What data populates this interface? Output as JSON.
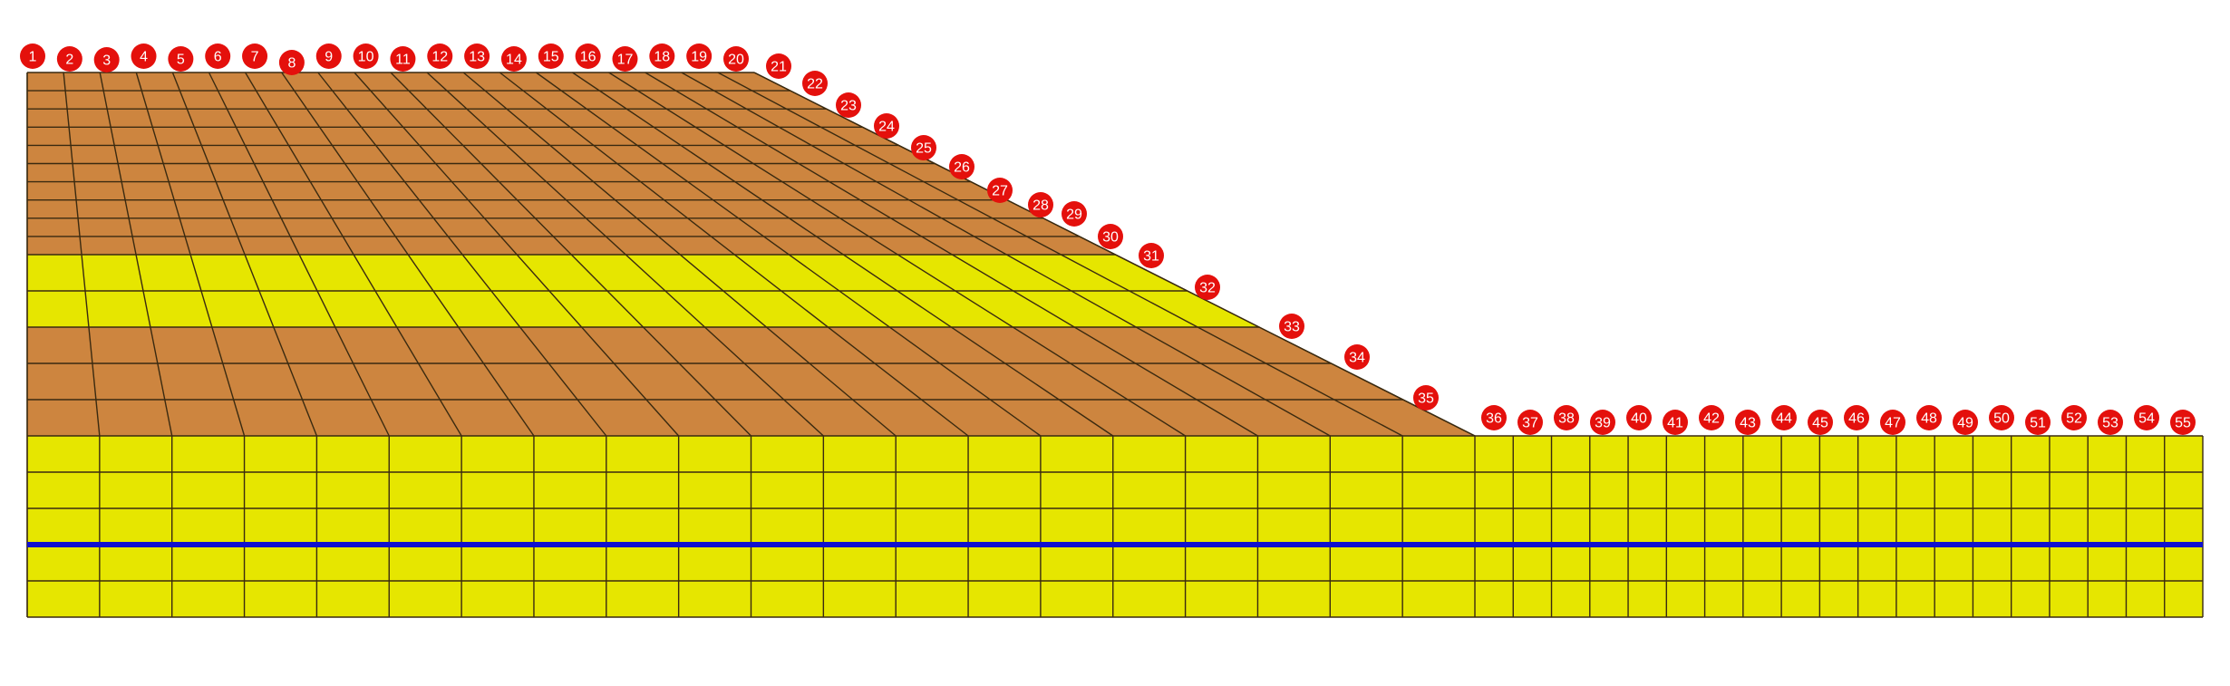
{
  "colors": {
    "brown_layer": "#CD853F",
    "yellow_layer": "#E6E600",
    "mesh_line": "#3a2a10",
    "water_table": "#1010D0",
    "marker_fill": "#E4100C",
    "marker_text": "#FFFFFF",
    "background": "#FFFFFF"
  },
  "markers": {
    "count": 55,
    "labels": [
      "1",
      "2",
      "3",
      "4",
      "5",
      "6",
      "7",
      "8",
      "9",
      "10",
      "11",
      "12",
      "13",
      "14",
      "15",
      "16",
      "17",
      "18",
      "19",
      "20",
      "21",
      "22",
      "23",
      "24",
      "25",
      "26",
      "27",
      "28",
      "29",
      "30",
      "31",
      "32",
      "33",
      "34",
      "35",
      "36",
      "37",
      "38",
      "39",
      "40",
      "41",
      "42",
      "43",
      "44",
      "45",
      "46",
      "47",
      "48",
      "49",
      "50",
      "51",
      "52",
      "53",
      "54",
      "55"
    ]
  },
  "mesh": {
    "slope_columns": 20,
    "toe_columns": 19,
    "embankment_layers_top_to_bottom": [
      "brown",
      "brown",
      "brown",
      "brown",
      "brown",
      "brown",
      "brown",
      "brown",
      "brown",
      "brown",
      "yellow",
      "yellow",
      "brown",
      "brown",
      "brown"
    ],
    "foundation_layers": [
      "yellow",
      "yellow",
      "yellow",
      "yellow",
      "yellow"
    ],
    "water_table_visible": true
  }
}
